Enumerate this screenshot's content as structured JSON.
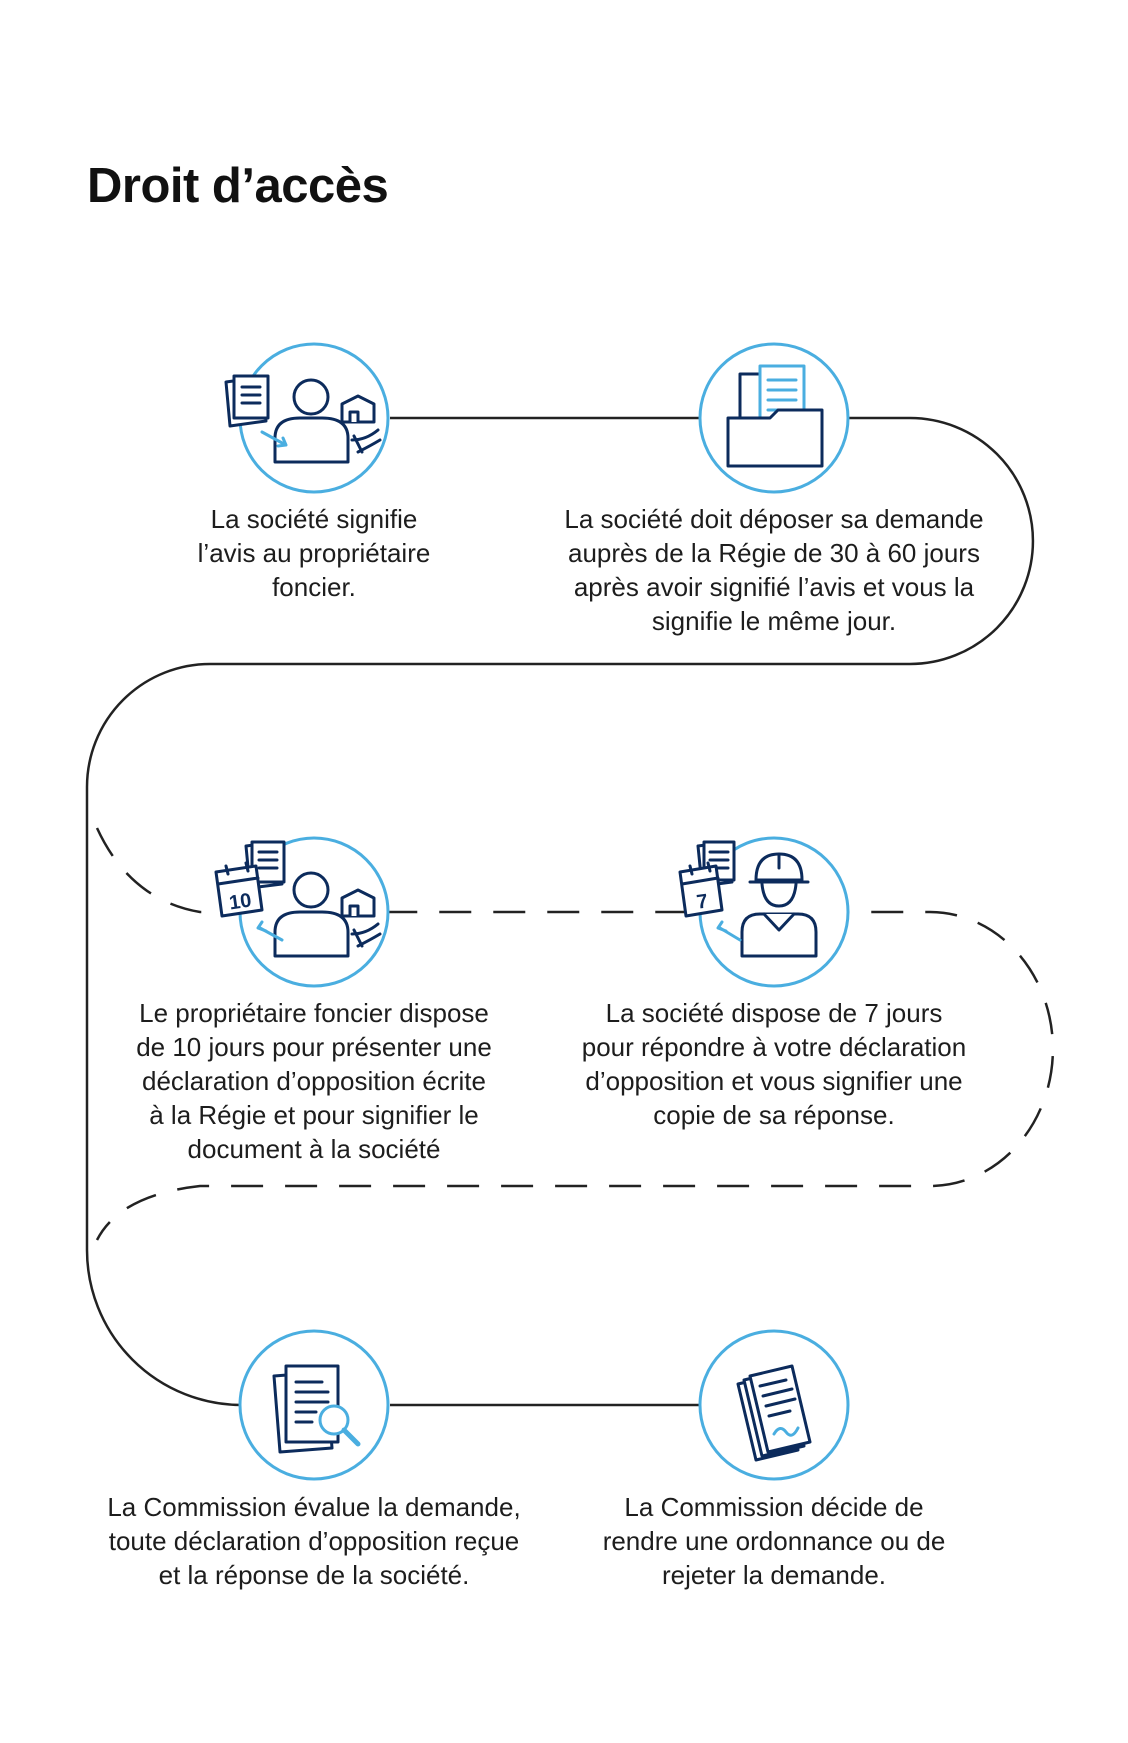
{
  "title": "Droit d’accès",
  "colors": {
    "circle_outline": "#4aaee0",
    "icon_navy": "#0c2b5c",
    "icon_accent": "#4aaee0",
    "path_line": "#222222"
  },
  "steps": [
    {
      "icon": "notice-to-landowner-icon",
      "text": "La société signifie\nl’avis au propriétaire\nfoncier."
    },
    {
      "icon": "folder-documents-icon",
      "text": "La société doit déposer sa demande\nauprès de la Régie de 30 à 60 jours\naprès avoir signifié l’avis et vous la\nsignifie le même jour."
    },
    {
      "icon": "calendar-landowner-icon",
      "calendar_number": "10",
      "text": "Le propriétaire foncier dispose\nde 10 jours pour présenter une\ndéclaration d’opposition écrite\nà la Régie et pour signifier le\ndocument à la société"
    },
    {
      "icon": "calendar-worker-icon",
      "calendar_number": "7",
      "text": "La société dispose de 7 jours\npour répondre à votre déclaration\nd’opposition et vous signifier une\ncopie de sa réponse."
    },
    {
      "icon": "document-review-icon",
      "text": "La Commission évalue la demande,\ntoute déclaration d’opposition reçue\net la réponse de la société."
    },
    {
      "icon": "signed-documents-icon",
      "text": "La Commission décide de\nrendre une ordonnance ou de\nrejeter la demande."
    }
  ]
}
